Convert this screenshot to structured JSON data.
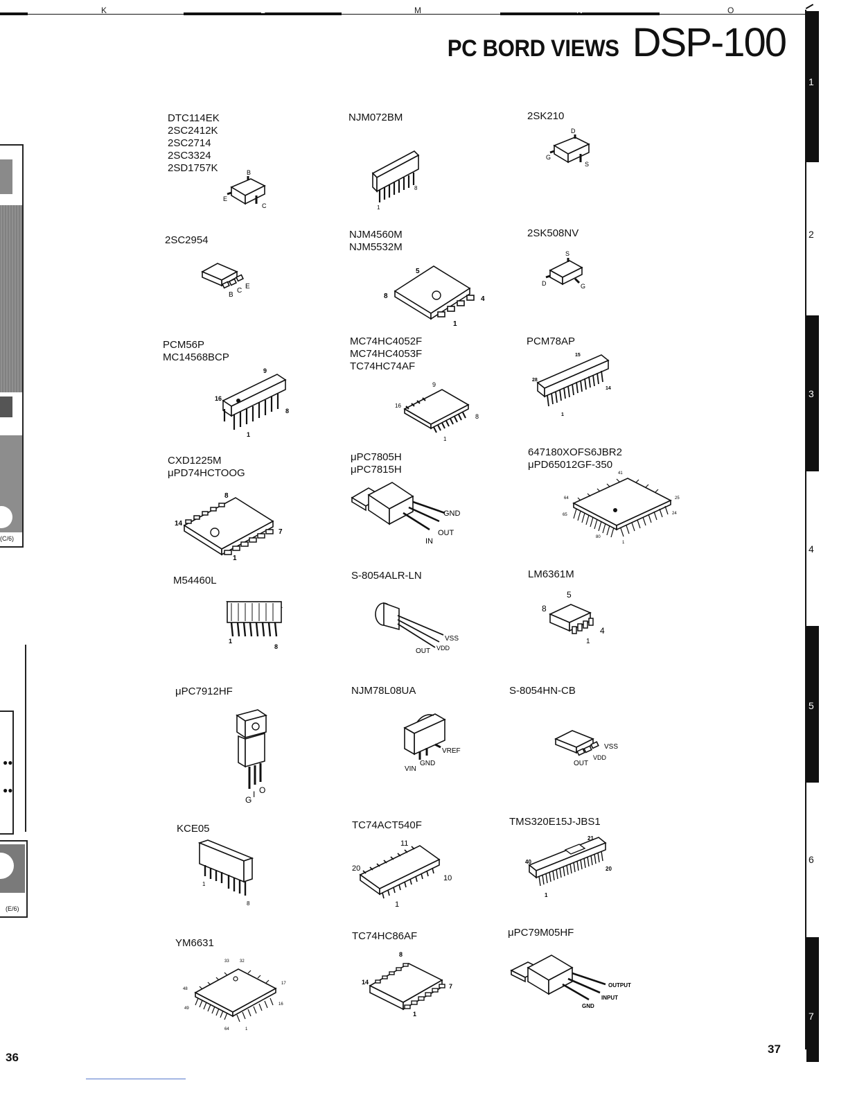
{
  "header": {
    "title": "PC BORD VIEWS",
    "model": "DSP-100"
  },
  "column_letters": [
    "K",
    "L",
    "M",
    "N",
    "O"
  ],
  "row_numbers": [
    "1",
    "2",
    "3",
    "4",
    "5",
    "6",
    "7"
  ],
  "left_page_fragments": [
    "(C/6)",
    "(E/6)"
  ],
  "page_numbers": {
    "left": "36",
    "right": "37"
  },
  "components": [
    {
      "id": "c1",
      "label": "DTC114EK\n2SC2412K\n2SC2714\n2SC3324\n2SD1757K",
      "pins": [
        "B",
        "E",
        "C"
      ]
    },
    {
      "id": "c2",
      "label": "NJM072BM",
      "pins": [
        "1",
        "8"
      ]
    },
    {
      "id": "c3",
      "label": "2SK210",
      "pins": [
        "D",
        "G",
        "S"
      ]
    },
    {
      "id": "c4",
      "label": "2SC2954",
      "pins": [
        "B",
        "C",
        "E"
      ]
    },
    {
      "id": "c5",
      "label": "NJM4560M\nNJM5532M",
      "pins": [
        "5",
        "8",
        "4",
        "1"
      ]
    },
    {
      "id": "c6",
      "label": "2SK508NV",
      "pins": [
        "S",
        "D",
        "G"
      ]
    },
    {
      "id": "c7",
      "label": "PCM56P\nMC14568BCP",
      "pins": [
        "9",
        "16",
        "8",
        "1"
      ]
    },
    {
      "id": "c8",
      "label": "MC74HC4052F\nMC74HC4053F\nTC74HC74AF",
      "pins": [
        "9",
        "16",
        "8",
        "1"
      ]
    },
    {
      "id": "c9",
      "label": "PCM78AP",
      "pins": [
        "15",
        "28",
        "14",
        "1"
      ]
    },
    {
      "id": "c10",
      "label": "CXD1225M\nμPD74HCTOOG",
      "pins": [
        "8",
        "14",
        "7",
        "1"
      ]
    },
    {
      "id": "c11",
      "label": "μPC7805H\nμPC7815H",
      "pins": [
        "GND",
        "OUT",
        "IN"
      ]
    },
    {
      "id": "c12",
      "label": "647180XOFS6JBR2\nμPD65012GF-350",
      "pins": [
        "41",
        "25",
        "64",
        "65",
        "24",
        "80",
        "1"
      ]
    },
    {
      "id": "c13",
      "label": "M54460L",
      "pins": [
        "1",
        "8"
      ]
    },
    {
      "id": "c14",
      "label": "S-8054ALR-LN",
      "pins": [
        "VSS",
        "OUT",
        "VDD"
      ]
    },
    {
      "id": "c15",
      "label": "LM6361M",
      "pins": [
        "5",
        "8",
        "4",
        "1"
      ]
    },
    {
      "id": "c16",
      "label": "μPC7912HF",
      "pins": [
        "G",
        "I",
        "O"
      ]
    },
    {
      "id": "c17",
      "label": "NJM78L08UA",
      "pins": [
        "VREF",
        "VIN",
        "GND"
      ]
    },
    {
      "id": "c18",
      "label": "S-8054HN-CB",
      "pins": [
        "VSS",
        "OUT",
        "VDD"
      ]
    },
    {
      "id": "c19",
      "label": "KCE05",
      "pins": [
        "1",
        "8"
      ]
    },
    {
      "id": "c20",
      "label": "TC74ACT540F",
      "pins": [
        "11",
        "20",
        "10",
        "1"
      ]
    },
    {
      "id": "c21",
      "label": "TMS320E15J-JBS1",
      "pins": [
        "21",
        "40",
        "20",
        "1"
      ]
    },
    {
      "id": "c22",
      "label": "YM6631",
      "pins": [
        "33",
        "32",
        "48",
        "17",
        "49",
        "16",
        "64",
        "1"
      ]
    },
    {
      "id": "c23",
      "label": "TC74HC86AF",
      "pins": [
        "8",
        "14",
        "7",
        "1"
      ]
    },
    {
      "id": "c24",
      "label": "μPC79M05HF",
      "pins": [
        "OUTPUT",
        "INPUT",
        "GND"
      ]
    }
  ]
}
